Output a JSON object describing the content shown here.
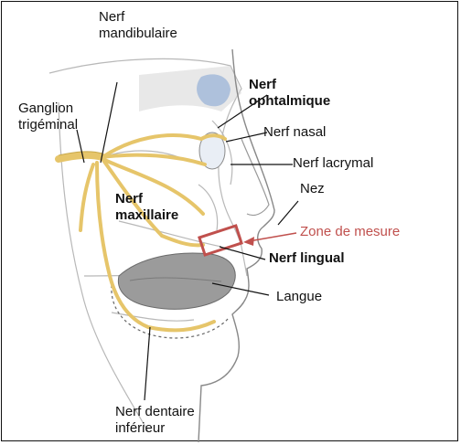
{
  "labels": {
    "nerf_mandibulaire": [
      "Nerf",
      "mandibulaire"
    ],
    "nerf_ophtalmique": [
      "Nerf",
      "ophtalmique"
    ],
    "ganglion_trigeminal": [
      "Ganglion",
      "trigéminal"
    ],
    "nerf_nasal": "Nerf nasal",
    "nerf_lacrymal": "Nerf lacrymal",
    "nez": "Nez",
    "nerf_maxillaire": [
      "Nerf",
      "maxillaire"
    ],
    "zone_de_mesure": "Zone de mesure",
    "nerf_lingual": "Nerf lingual",
    "langue": "Langue",
    "nerf_dentaire_inferieur": [
      "Nerf dentaire",
      "inférieur"
    ]
  },
  "colors": {
    "nerve": "#efd684",
    "nerve_stroke": "#c9a94a",
    "tongue": "#9b9b9b",
    "measure_zone": "#c0504d",
    "eye_blue": "#9fb6d8",
    "bone_outline": "#b8b8b8"
  }
}
